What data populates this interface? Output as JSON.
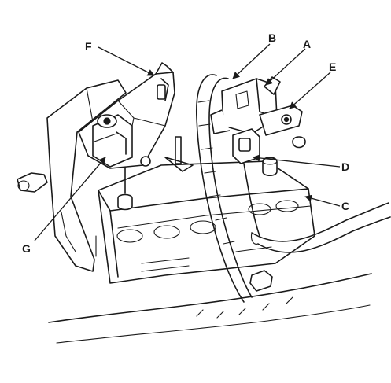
{
  "callouts": {
    "A": "A",
    "B": "B",
    "C": "C",
    "D": "D",
    "E": "E",
    "F": "F",
    "G": "G"
  }
}
